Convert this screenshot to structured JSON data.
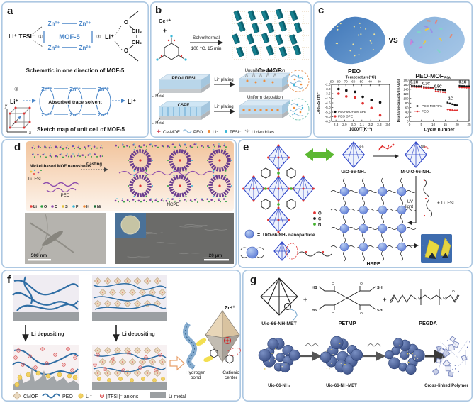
{
  "figure": {
    "labels": {
      "a": "a",
      "b": "b",
      "c": "c",
      "d": "d",
      "e": "e",
      "f": "f",
      "g": "g"
    }
  },
  "panel_a": {
    "li_tfsi": "Li⁺ TFSI⁻",
    "c1": "①",
    "c2": "②",
    "c3": "③",
    "mof": "MOF-5",
    "zn": "Zn²⁺",
    "li": "Li⁺",
    "o": "O",
    "ch2": "CH₂",
    "caption1": "Schematic in one direction of MOF-5",
    "absorbed": "Absorbed trace solvent",
    "caption2": "Sketch map of unit cell of MOF-5",
    "ax": "x",
    "ay": "y"
  },
  "panel_b": {
    "ce": "Ce⁴⁺",
    "plus": "+",
    "solvo": "Solvothermal",
    "cond": "100 °C, 15 min",
    "cemof": "Ce-MOF",
    "slab1": "PEO-LiTFSI",
    "slab2": "CSPE",
    "limetal": "Li Metal",
    "plating": "Li⁺ plating",
    "dep1": "Ununiform deposition",
    "dep2": "Uniform deposition",
    "legend": {
      "cemof": "Ce-MOF",
      "peo": "PEO",
      "li": "Li⁺",
      "tfsi": "TFSI⁻",
      "dendrites": "Li dendrites"
    }
  },
  "panel_c": {
    "vs": "VS",
    "peo": "PEO",
    "peomof_base": "PEO-MOF",
    "peomof_sub": "5%"
  },
  "chart_data": [
    {
      "type": "scatter",
      "top_axis_label": "Temperature(°C)",
      "top_axis_ticks": [
        90,
        80,
        70,
        60,
        50,
        40,
        30
      ],
      "xlabel": "1000/T(K⁻¹)",
      "ylabel": "Log₁₀S cm⁻¹",
      "xlim": [
        2.75,
        3.42
      ],
      "ylim": [
        -6.5,
        -2.5
      ],
      "xticks": [
        2.8,
        2.9,
        3.0,
        3.1,
        3.2,
        3.3,
        3.4
      ],
      "yticks": [
        -2.5,
        -3.0,
        -3.5,
        -4.0,
        -4.5,
        -5.0,
        -5.5,
        -6.0,
        -6.5
      ],
      "grid": false,
      "legend_position": "bottom-left",
      "series": [
        {
          "name": "PEO-MOF5% SPE",
          "color": "#111111",
          "x": [
            2.83,
            2.92,
            3.02,
            3.11,
            3.21,
            3.31
          ],
          "y": [
            -3.0,
            -3.15,
            -3.3,
            -3.85,
            -4.2,
            -4.45
          ]
        },
        {
          "name": "PEO SPE",
          "color": "#e03131",
          "x": [
            2.83,
            2.92,
            3.02,
            3.11,
            3.21,
            3.31
          ],
          "y": [
            -3.5,
            -3.8,
            -3.9,
            -4.55,
            -5.05,
            -5.85
          ]
        }
      ]
    },
    {
      "type": "line",
      "xlabel": "Cycle number",
      "ylabel": "Discharge capacity (mAh/g)",
      "xlim": [
        0,
        25
      ],
      "ylim": [
        0,
        180
      ],
      "xticks": [
        0,
        5,
        10,
        15,
        20,
        25
      ],
      "yticks": [
        0,
        20,
        40,
        60,
        80,
        100,
        120,
        140,
        160,
        180
      ],
      "grid": false,
      "legend_position": "center-left",
      "annotations": [
        {
          "text": "0.1C",
          "x": 2.0,
          "y": 166
        },
        {
          "text": "0.2C",
          "x": 7.0,
          "y": 160
        },
        {
          "text": "0.5C",
          "x": 12.0,
          "y": 148
        },
        {
          "text": "1C",
          "x": 17.3,
          "y": 95
        },
        {
          "text": "0.1C",
          "x": 22.3,
          "y": 166
        }
      ],
      "segment_size": 5,
      "series": [
        {
          "name": "PEO-MOF5%",
          "color": "#111111",
          "marker": "square",
          "x": [
            1,
            2,
            3,
            4,
            5,
            6,
            7,
            8,
            9,
            10,
            11,
            12,
            13,
            14,
            15,
            16,
            17,
            18,
            19,
            20,
            21,
            22,
            23,
            24,
            25
          ],
          "y": [
            155,
            155,
            154,
            154,
            154,
            150,
            149,
            149,
            148,
            148,
            140,
            139,
            138,
            137,
            136,
            82,
            78,
            75,
            72,
            70,
            155,
            154,
            154,
            153,
            153
          ]
        },
        {
          "name": "PEO",
          "color": "#e03131",
          "marker": "circle",
          "x": [
            1,
            2,
            3,
            4,
            5,
            6,
            7,
            8,
            9,
            10,
            11,
            12,
            13,
            14,
            15,
            16,
            17,
            18,
            19,
            20,
            21,
            22,
            23,
            24,
            25
          ],
          "y": [
            150,
            150,
            149,
            149,
            149,
            146,
            145,
            145,
            144,
            144,
            132,
            130,
            129,
            128,
            127,
            52,
            50,
            49,
            48,
            48,
            149,
            148,
            148,
            147,
            147
          ]
        }
      ]
    }
  ],
  "panel_d": {
    "nanosheets": "Nickel-based MOF nanosheets",
    "litfsi": "LiTFSI",
    "peo": "PEO",
    "casting": "Casting",
    "ncpe": "NCPE",
    "scale_left": "500 nm",
    "scale_right": "20 μm",
    "atoms": [
      {
        "el": "Li",
        "color": "#e8413c"
      },
      {
        "el": "O",
        "color": "#2f9e44"
      },
      {
        "el": "C",
        "color": "#8f4fae"
      },
      {
        "el": "S",
        "color": "#e3c23c"
      },
      {
        "el": "F",
        "color": "#39b7d8"
      },
      {
        "el": "H",
        "color": "#ef8c3a"
      },
      {
        "el": "Ni",
        "color": "#1a6b35"
      }
    ]
  },
  "panel_e": {
    "uio": "UiO-66-NH₂",
    "muio": "M-UiO-66-NH₂",
    "plus": "+",
    "litfsi": "LiTFSI",
    "uv": "UV light",
    "hspe": "HSPE",
    "eq": "=",
    "nanoparticle": "UiO-66-NH₂ nanoparticle",
    "legend": [
      {
        "el": "O",
        "color": "#e03131"
      },
      {
        "el": "C",
        "color": "#222222"
      },
      {
        "el": "N",
        "color": "#43b32e"
      }
    ]
  },
  "panel_f": {
    "li_depositing": "Li depositing",
    "zr": "Zr⁴⁺",
    "hydrogen_bond": "Hydrogen bond",
    "cationic_center": "Cationic center",
    "legend": {
      "cmof": "CMOF",
      "peo": "PEO",
      "li": "Li⁺",
      "tfsi": "[TFSI]⁻ anions",
      "limetal": "Li metal"
    }
  },
  "panel_g": {
    "uio_met": "Uio-66-NH-MET",
    "petmp": "PETMP",
    "pegda": "PEGDA",
    "plus": "+",
    "hs": "HS",
    "sh": "SH",
    "o_label": "O",
    "blob1": "Uio-66-NH₂",
    "blob2": "Uio-66-NH-MET",
    "blob4": "Cross-linked Polymer"
  }
}
